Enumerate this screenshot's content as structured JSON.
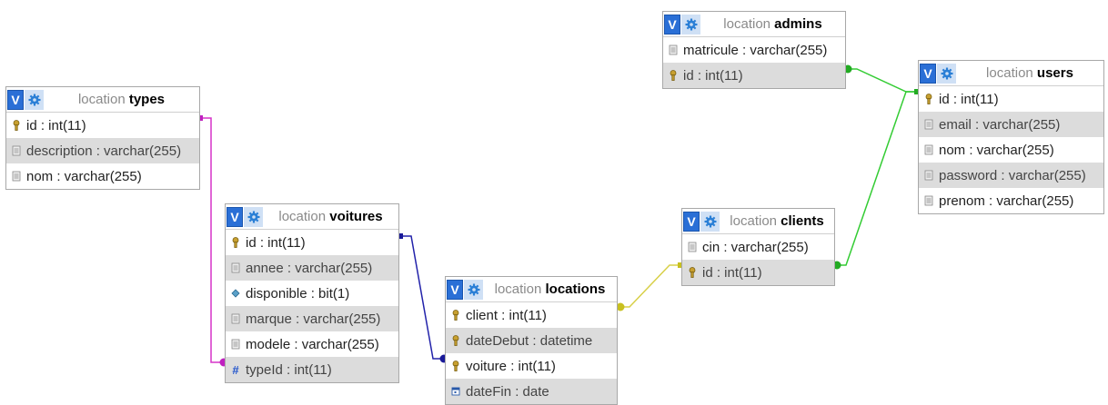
{
  "db_label": "location",
  "tables": {
    "types": {
      "name": "types",
      "columns": [
        {
          "text": "id : int(11)",
          "icon": "key-icon"
        },
        {
          "text": "description : varchar(255)",
          "icon": "field-icon"
        },
        {
          "text": "nom : varchar(255)",
          "icon": "field-icon"
        }
      ]
    },
    "voitures": {
      "name": "voitures",
      "columns": [
        {
          "text": "id : int(11)",
          "icon": "key-icon"
        },
        {
          "text": "annee : varchar(255)",
          "icon": "field-icon"
        },
        {
          "text": "disponible : bit(1)",
          "icon": "diamond-icon"
        },
        {
          "text": "marque : varchar(255)",
          "icon": "field-icon"
        },
        {
          "text": "modele : varchar(255)",
          "icon": "field-icon"
        },
        {
          "text": "typeId : int(11)",
          "icon": "hash-icon"
        }
      ]
    },
    "locations": {
      "name": "locations",
      "columns": [
        {
          "text": "client : int(11)",
          "icon": "key-icon"
        },
        {
          "text": "dateDebut : datetime",
          "icon": "key-icon"
        },
        {
          "text": "voiture : int(11)",
          "icon": "key-icon"
        },
        {
          "text": "dateFin : date",
          "icon": "calendar-icon"
        }
      ]
    },
    "clients": {
      "name": "clients",
      "columns": [
        {
          "text": "cin : varchar(255)",
          "icon": "field-icon"
        },
        {
          "text": "id : int(11)",
          "icon": "key-icon"
        }
      ]
    },
    "admins": {
      "name": "admins",
      "columns": [
        {
          "text": "matricule : varchar(255)",
          "icon": "field-icon"
        },
        {
          "text": "id : int(11)",
          "icon": "key-icon"
        }
      ]
    },
    "users": {
      "name": "users",
      "columns": [
        {
          "text": "id : int(11)",
          "icon": "key-icon"
        },
        {
          "text": "email : varchar(255)",
          "icon": "field-icon"
        },
        {
          "text": "nom : varchar(255)",
          "icon": "field-icon"
        },
        {
          "text": "password : varchar(255)",
          "icon": "field-icon"
        },
        {
          "text": "prenom : varchar(255)",
          "icon": "field-icon"
        }
      ]
    }
  },
  "ui": {
    "toggle_label": "V",
    "options_icon": "gear-icon"
  },
  "colors": {
    "link_types_voitures": "#d633c9",
    "link_voitures_locations": "#2222aa",
    "link_locations_clients": "#d8d048",
    "link_clients_users": "#33cc33",
    "link_admins_users": "#33cc33"
  }
}
